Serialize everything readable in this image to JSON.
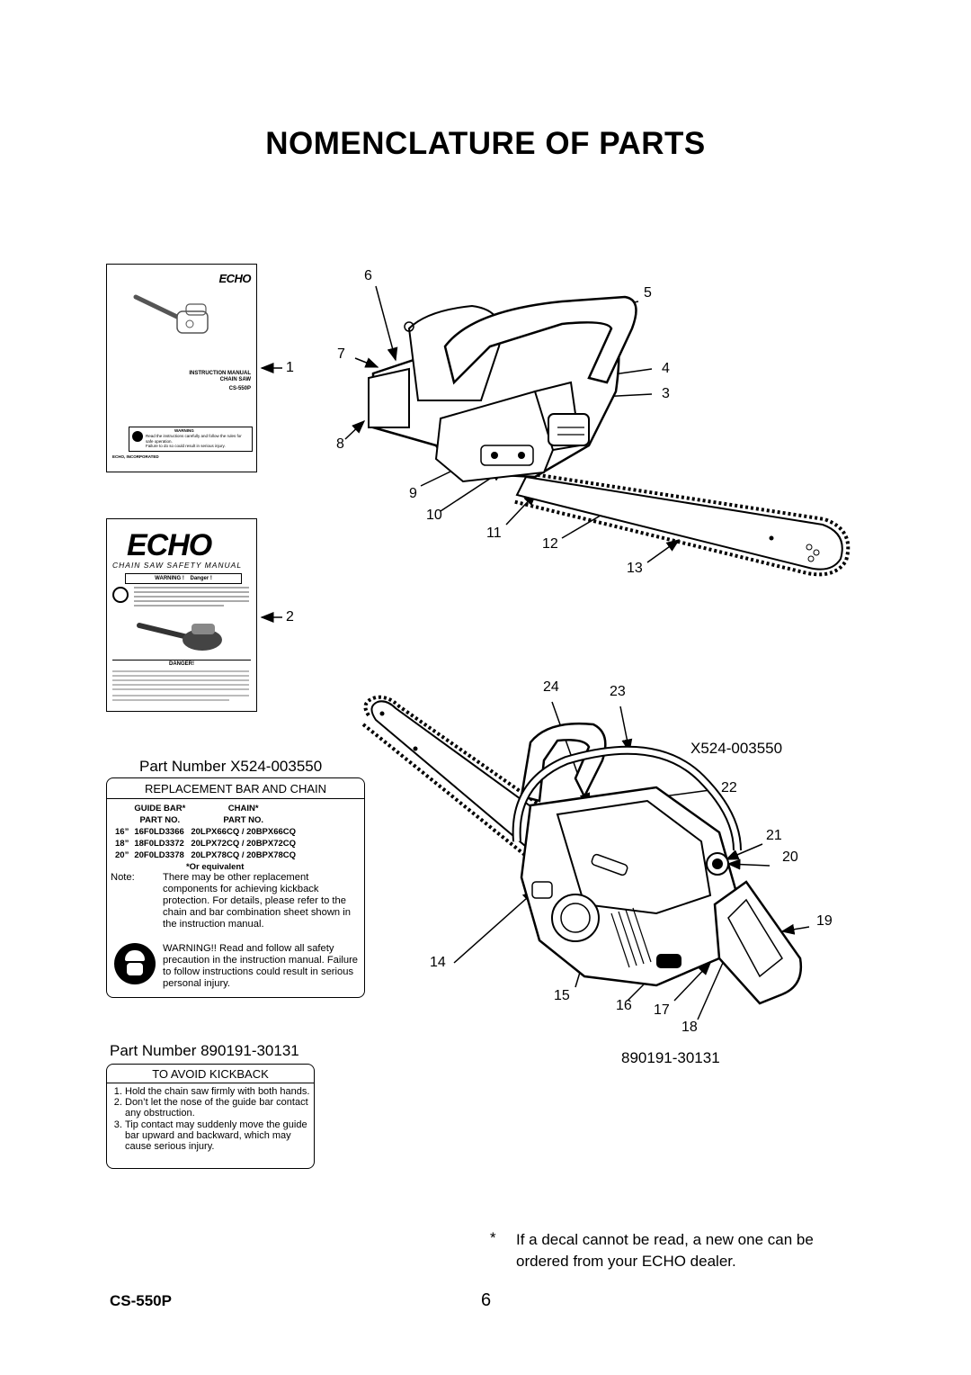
{
  "page": {
    "title": "NOMENCLATURE OF PARTS",
    "footer_model": "CS-550P",
    "page_number": "6",
    "footnote_mark": "*",
    "footnote_text": "If a decal cannot be read, a new one can be ordered from your ECHO dealer."
  },
  "instruction_manual": {
    "brand": "ECHO",
    "line1": "INSTRUCTION MANUAL",
    "line2": "CHAIN SAW",
    "model": "CS-550P",
    "warning_label": "WARNING",
    "warning_text": "Read the instructions carefully and follow the rules for safe operation.",
    "warning_text2": "Failure to do so could result in serious injury.",
    "company": "ECHO, INCORPORATED"
  },
  "safety_manual": {
    "brand": "ECHO",
    "subtitle": "CHAIN SAW SAFETY MANUAL",
    "warn_tag": "WARNING !",
    "danger_tag": "Danger !",
    "danger2": "DANGER!"
  },
  "callouts": {
    "c1": "1",
    "c2": "2",
    "c3": "3",
    "c4": "4",
    "c5": "5",
    "c6": "6",
    "c7": "7",
    "c8": "8",
    "c9": "9",
    "c10": "10",
    "c11": "11",
    "c12": "12",
    "c13": "13",
    "c14": "14",
    "c15": "15",
    "c16": "16",
    "c17": "17",
    "c18": "18",
    "c19": "19",
    "c20": "20",
    "c21": "21",
    "c22": "22",
    "c23": "23",
    "c24": "24"
  },
  "decal_labels": {
    "upper": "X524-003550",
    "lower": "890191-30131"
  },
  "replacement_decal": {
    "part_number": "Part Number X524-003550",
    "header": "REPLACEMENT BAR AND CHAIN",
    "col_guide": "GUIDE BAR*",
    "col_chain": "CHAIN*",
    "col_partno": "PART NO.",
    "rows": [
      {
        "size": "16”",
        "bar": "16F0LD3366",
        "chain": "20LPX66CQ / 20BPX66CQ"
      },
      {
        "size": "18”",
        "bar": "18F0LD3372",
        "chain": "20LPX72CQ / 20BPX72CQ"
      },
      {
        "size": "20”",
        "bar": "20F0LD3378",
        "chain": "20LPX78CQ / 20BPX78CQ"
      }
    ],
    "equivalent": "*Or equivalent",
    "note_label": "Note:",
    "note_text": "There may be other replacement components for achieving kickback protection. For details, please refer to the chain and bar combination sheet shown in the instruction manual.",
    "warning_text": "WARNING!! Read and follow all safety precaution in the instruction manual. Failure to follow instructions could result in serious personal injury."
  },
  "kickback_decal": {
    "part_number": "Part Number 890191-30131",
    "header": "TO AVOID KICKBACK",
    "items": [
      "Hold the chain saw firmly with both hands.",
      "Don’t let the nose of the guide bar contact any obstruction.",
      "Tip contact may suddenly move the guide bar upward and backward, which may cause serious injury."
    ]
  }
}
